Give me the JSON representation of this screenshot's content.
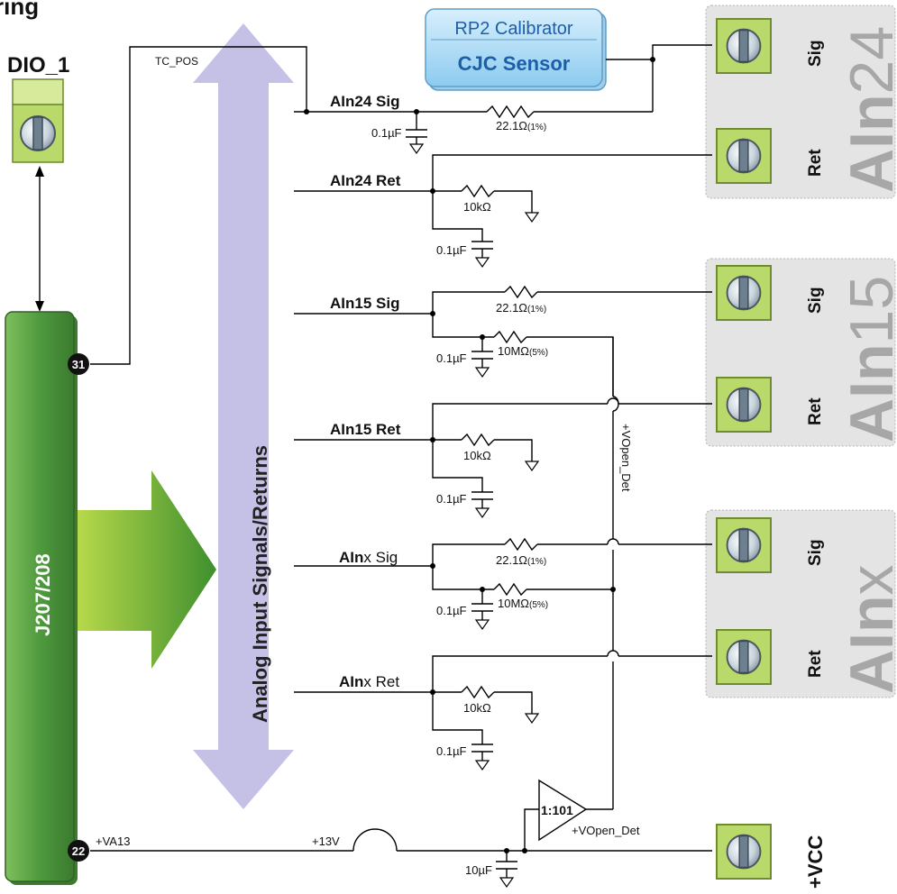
{
  "diagram": {
    "title_fragment": "ring",
    "dio": {
      "label": "DIO_1"
    },
    "connector": {
      "label": "J207/208",
      "pin_top": "31",
      "pin_bottom": "22"
    },
    "bus_label": "Analog Input Signals/Returns",
    "calibrator": {
      "line1": "RP2 Calibrator",
      "line2": "CJC Sensor"
    },
    "nets": {
      "tc_pos": "TC_POS",
      "va13": "+VA13",
      "v13": "+13V",
      "vopen_det_vertical": "+VOpen_Det",
      "vopen_det": "+VOpen_Det"
    },
    "signals": {
      "ain24_sig": "AIn24 Sig",
      "ain24_ret": "AIn24 Ret",
      "ain15_sig": "AIn15 Sig",
      "ain15_ret": "AIn15 Ret",
      "ainx_sig_prefix": "AIn",
      "ainx_sig_suffix": "x Sig",
      "ainx_ret_prefix": "AIn",
      "ainx_ret_suffix": "x Ret"
    },
    "components": {
      "r_sig": "22.1Ω",
      "r_sig_tol": "(1%)",
      "r_ret": "10kΩ",
      "r_open": "10MΩ",
      "r_open_tol": "(5%)",
      "cap": "0.1µF",
      "cap_big": "10µF",
      "amp": "1:101"
    },
    "terminals": {
      "sig": "Sig",
      "ret": "Ret",
      "vcc": "+VCC"
    },
    "groups": {
      "g1_prefix": "AIn",
      "g1_suffix": "24",
      "g2_prefix": "AIn",
      "g2_suffix": "15",
      "g3_prefix": "AIn",
      "g3_suffix": "x"
    },
    "colors": {
      "connector_green": "#4f9a3e",
      "terminal_green": "#b9d96a",
      "bus_lavender": "#c5c1e6",
      "calibrator_blue": "#aed9f3",
      "calibrator_text": "#1c5fa8",
      "group_gray": "#e4e4e4"
    }
  }
}
